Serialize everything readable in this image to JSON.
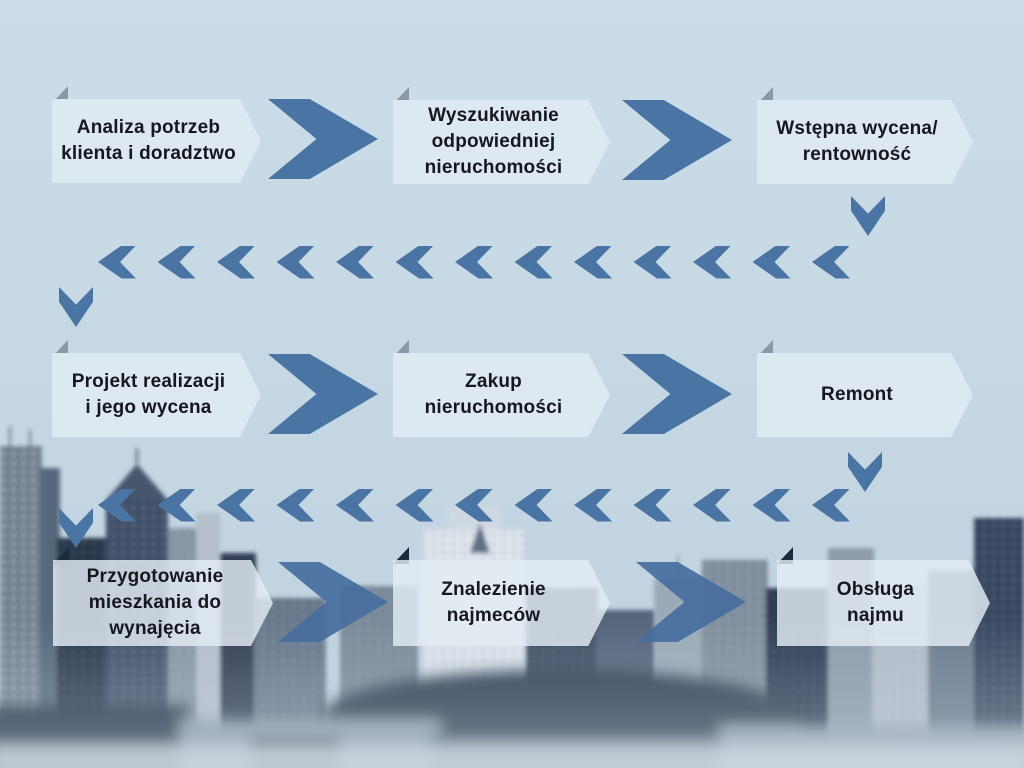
{
  "flow": {
    "title": "Proces obslugi inwestycji w nieruchomosci (flowchart)",
    "rows": [
      {
        "steps": [
          {
            "id": "analiza",
            "lines": [
              "Analiza potrzeb",
              "klienta i doradztwo"
            ]
          },
          {
            "id": "wyszukiwanie",
            "lines": [
              "Wyszukiwanie",
              "odpowiedniej",
              "nieruchomości"
            ]
          },
          {
            "id": "wstepna-wycena",
            "lines": [
              "Wstępna wycena/",
              "rentowność"
            ]
          }
        ]
      },
      {
        "steps": [
          {
            "id": "projekt",
            "lines": [
              "Projekt realizacji",
              "i jego wycena"
            ]
          },
          {
            "id": "zakup",
            "lines": [
              "Zakup",
              "nieruchomości"
            ]
          },
          {
            "id": "remont",
            "lines": [
              "Remont"
            ]
          }
        ]
      },
      {
        "steps": [
          {
            "id": "przygotowanie",
            "lines": [
              "Przygotowanie",
              "mieszkania do",
              "wynajęcia"
            ]
          },
          {
            "id": "znalezienie",
            "lines": [
              "Znalezienie",
              "najmeców"
            ]
          },
          {
            "id": "obsluga",
            "lines": [
              "Obsługa",
              "najmu"
            ]
          }
        ]
      }
    ],
    "return_chevron_rows": [
      {
        "count": 13
      },
      {
        "count": 13
      }
    ],
    "colors": {
      "chevron_blue": "#4a74a3",
      "box_fill": "#dde9f1",
      "box_fill_translucent": "rgba(228,237,244,0.82)",
      "fold_gray": "#8a99a7",
      "fold_dark": "#1d2b41",
      "text": "#17171f",
      "background_top": "#cbdde9",
      "background_bottom": "#bfd1de"
    }
  }
}
